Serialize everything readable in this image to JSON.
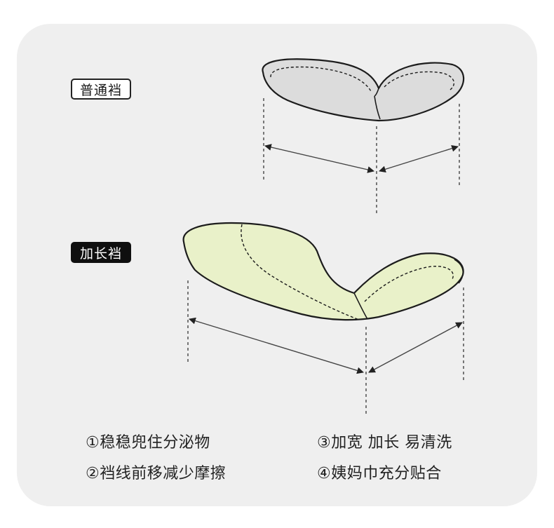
{
  "labels": {
    "normal": "普通裆",
    "extended": "加长裆"
  },
  "features": [
    "①稳稳兜住分泌物",
    "②裆线前移减少摩擦",
    "③加宽 加长 易清洗",
    "④姨妈巾充分贴合"
  ],
  "colors": {
    "card_bg": "#efefef",
    "normal_pad_fill": "#dcdcdc",
    "extended_pad_fill": "#e9f1c9",
    "outline": "#1c1c1c"
  },
  "icons": {
    "normal_pad": "crotch-pad-normal-icon",
    "extended_pad": "crotch-pad-extended-icon"
  }
}
